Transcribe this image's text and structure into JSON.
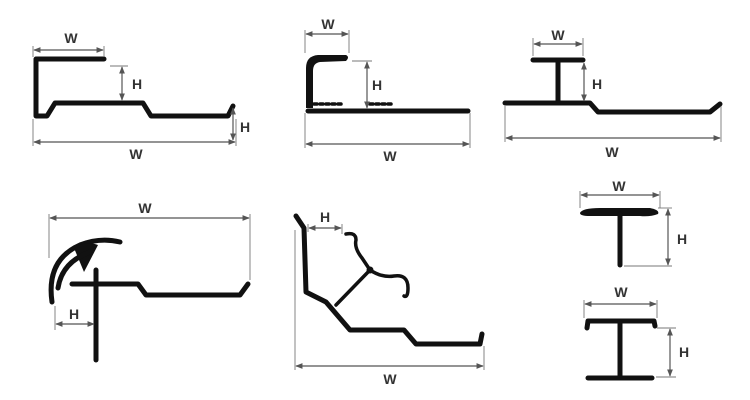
{
  "colors": {
    "profile": "#111111",
    "dimension": "#555555",
    "label": "#333333",
    "background": "#ffffff"
  },
  "profiles": [
    {
      "name": "step-profile",
      "labels": {
        "w_top": "W",
        "h_inner": "H",
        "h_outer": "H",
        "w_bottom": "W"
      }
    },
    {
      "name": "rounded-nosing-profile",
      "labels": {
        "w_top": "W",
        "h": "H",
        "w_bottom": "W"
      }
    },
    {
      "name": "t-step-profile",
      "labels": {
        "w_top": "W",
        "h": "H",
        "w_bottom": "W"
      }
    },
    {
      "name": "round-corner-profile",
      "labels": {
        "w": "W",
        "h": "H"
      }
    },
    {
      "name": "scotia-corner-profile",
      "labels": {
        "h": "H",
        "w": "W"
      }
    },
    {
      "name": "t-profile",
      "labels": {
        "w": "W",
        "h": "H"
      }
    },
    {
      "name": "i-profile",
      "labels": {
        "w": "W",
        "h": "H"
      }
    }
  ]
}
